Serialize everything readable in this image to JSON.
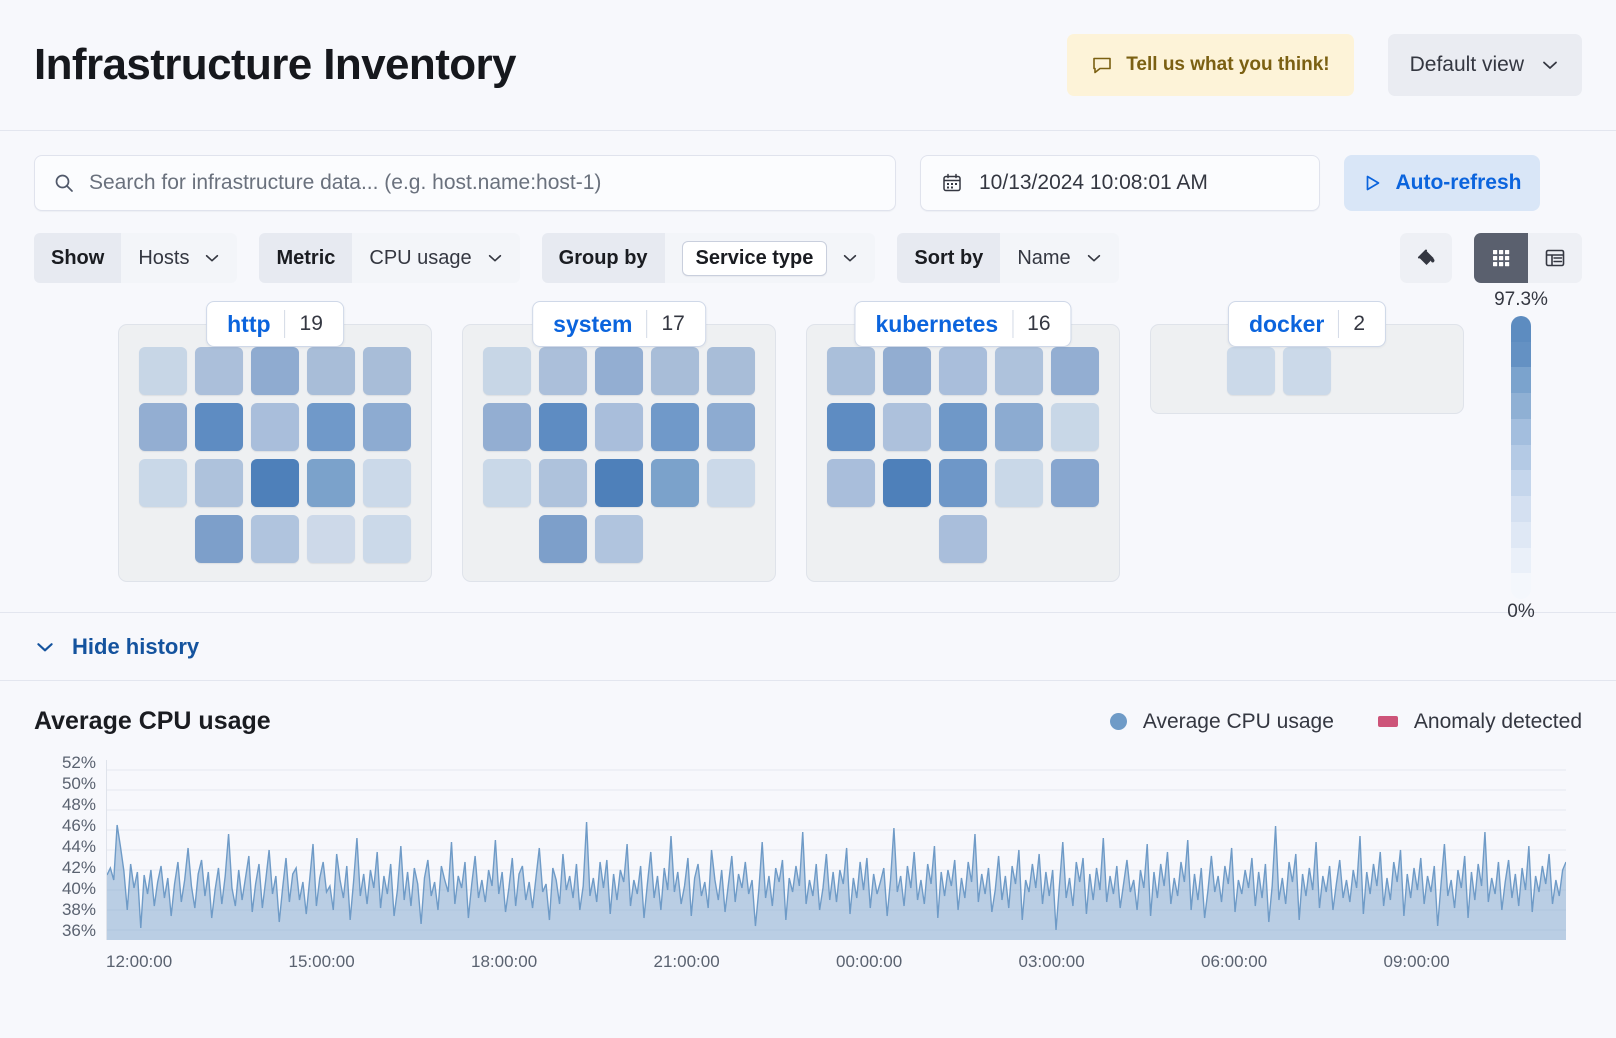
{
  "header": {
    "title": "Infrastructure Inventory",
    "feedback_label": "Tell us what you think!",
    "feedback_icon": "comment-icon",
    "view_label": "Default view",
    "view_icon": "chevron-down-icon"
  },
  "search": {
    "placeholder": "Search for infrastructure data... (e.g. host.name:host-1)",
    "value": "",
    "icon": "search-icon"
  },
  "datepicker": {
    "value": "10/13/2024 10:08:01 AM",
    "icon": "calendar-icon"
  },
  "refresh": {
    "label": "Auto-refresh",
    "icon": "play-icon"
  },
  "filters": [
    {
      "label": "Show",
      "value": "Hosts",
      "outlined": false
    },
    {
      "label": "Metric",
      "value": "CPU usage",
      "outlined": false
    },
    {
      "label": "Group by",
      "value": "Service type",
      "outlined": true
    },
    {
      "label": "Sort by",
      "value": "Name",
      "outlined": false
    }
  ],
  "view_controls": {
    "legend_button_icon": "color-fill-icon",
    "grid_view_icon": "grid-view-icon",
    "table_view_icon": "table-view-icon",
    "active_view": "grid"
  },
  "legend_scale": {
    "max_label": "97.3%",
    "min_label": "0%",
    "stops": [
      "#5d8cc0",
      "#6491c3",
      "#7ba3cd",
      "#8fb0d4",
      "#a3bede",
      "#b4cae5",
      "#c5d6ec",
      "#d4e0f1",
      "#dfe8f5",
      "#eaf0f9",
      "#f4f7fc"
    ]
  },
  "groups": [
    {
      "name": "http",
      "count": "19",
      "rows": [
        [
          "#c7d6e6",
          "#abbfda",
          "#8fabd0",
          "#a8bdd8",
          "#a8bdd8"
        ],
        [
          "#93aed2",
          "#5e8cc2",
          "#a9bedb",
          "#7099c9",
          "#8dabd1"
        ],
        [
          "#c9d8e8",
          "#aec2dc",
          "#4e80ba",
          "#7ba2cb",
          "#cbd9e9"
        ],
        [
          "spacer",
          "#7d9fca",
          "#b0c4de",
          "#cdd9e9",
          "#cbd9e9"
        ]
      ]
    },
    {
      "name": "system",
      "count": "17",
      "rows": [
        [
          "#c7d6e6",
          "#abbfda",
          "#93aed2",
          "#a8bdd8",
          "#a8bdd8"
        ],
        [
          "#93aed2",
          "#5e8cc2",
          "#a9bedb",
          "#7099c9",
          "#8dabd1"
        ],
        [
          "#c9d8e8",
          "#aec2dc",
          "#4e80ba",
          "#7ba2cb",
          "#cbd9e9"
        ],
        [
          "spacer",
          "#7d9fca",
          "#b0c4de",
          "spacer",
          "spacer"
        ]
      ]
    },
    {
      "name": "kubernetes",
      "count": "16",
      "rows": [
        [
          "#aabfda",
          "#92add1",
          "#a9bedb",
          "#aec2dc",
          "#93aed2"
        ],
        [
          "#5e8cc2",
          "#adc1dc",
          "#6f98c8",
          "#8cabd1",
          "#c8d7e7"
        ],
        [
          "#a9bedb",
          "#4e80ba",
          "#6e97c8",
          "#c9d8e8",
          "#87a6cf"
        ],
        [
          "spacer",
          "spacer",
          "#a9bedb",
          "spacer",
          "spacer"
        ]
      ]
    },
    {
      "name": "docker",
      "count": "2",
      "rows": [
        [
          "spacer",
          "#cbd9e9",
          "#cbd9e9",
          "spacer",
          "spacer"
        ]
      ]
    }
  ],
  "history": {
    "toggle_label": "Hide history",
    "toggle_icon": "chevron-down-icon"
  },
  "chart_data": {
    "type": "area",
    "title": "Average CPU usage",
    "xlabel": "",
    "ylabel": "",
    "ylim": [
      35,
      53
    ],
    "grid": true,
    "legend_position": "top-right",
    "legend": [
      {
        "name": "Average CPU usage",
        "color": "#6f9bc7",
        "marker": "circle"
      },
      {
        "name": "Anomaly detected",
        "color": "#cd5479",
        "marker": "square"
      }
    ],
    "ytick_labels": [
      "52%",
      "50%",
      "48%",
      "46%",
      "44%",
      "42%",
      "40%",
      "38%",
      "36%"
    ],
    "ytick_values": [
      52,
      50,
      48,
      46,
      44,
      42,
      40,
      38,
      36
    ],
    "xtick_labels": [
      "12:00:00",
      "15:00:00",
      "18:00:00",
      "21:00:00",
      "00:00:00",
      "03:00:00",
      "06:00:00",
      "09:00:00"
    ],
    "series": [
      {
        "name": "Average CPU usage",
        "color": "#6f9bc7",
        "values": [
          41.5,
          42.2,
          41.0,
          46.5,
          44.3,
          41.9,
          38.0,
          42.6,
          40.2,
          41.8,
          36.2,
          41.5,
          39.6,
          42.0,
          38.4,
          40.8,
          42.4,
          39.2,
          41.2,
          37.4,
          40.6,
          42.8,
          38.8,
          41.0,
          44.2,
          40.4,
          38.2,
          41.6,
          43.0,
          39.4,
          41.8,
          37.2,
          40.0,
          42.2,
          38.6,
          41.4,
          45.6,
          40.2,
          38.4,
          42.0,
          39.0,
          41.2,
          43.4,
          37.8,
          40.6,
          42.6,
          38.2,
          41.0,
          44.0,
          39.6,
          41.4,
          36.8,
          40.2,
          43.2,
          38.8,
          41.6,
          42.2,
          39.0,
          40.8,
          37.6,
          41.0,
          44.6,
          38.4,
          41.2,
          42.8,
          39.8,
          40.4,
          38.0,
          43.6,
          41.0,
          39.2,
          42.4,
          37.0,
          40.8,
          45.2,
          39.4,
          41.6,
          38.6,
          42.0,
          40.2,
          43.8,
          38.2,
          41.4,
          39.6,
          42.6,
          37.4,
          40.0,
          44.4,
          39.0,
          41.8,
          38.4,
          42.2,
          40.6,
          36.6,
          41.2,
          43.0,
          39.4,
          40.8,
          38.0,
          42.4,
          41.0,
          39.8,
          44.8,
          38.6,
          41.4,
          40.2,
          42.8,
          37.2,
          40.6,
          43.4,
          39.2,
          41.0,
          38.8,
          42.0,
          40.4,
          45.0,
          39.6,
          41.8,
          37.8,
          40.2,
          43.2,
          38.4,
          41.6,
          42.4,
          39.0,
          40.8,
          38.2,
          41.2,
          44.2,
          39.8,
          40.6,
          37.0,
          42.2,
          41.0,
          38.6,
          43.6,
          40.0,
          41.4,
          39.2,
          42.6,
          38.0,
          40.4,
          46.8,
          39.4,
          41.2,
          38.8,
          42.8,
          40.2,
          43.0,
          37.6,
          41.6,
          39.0,
          42.0,
          40.8,
          44.6,
          38.4,
          41.0,
          39.6,
          42.4,
          37.2,
          40.6,
          43.8,
          39.2,
          41.4,
          38.0,
          42.2,
          40.0,
          45.4,
          39.8,
          41.8,
          38.6,
          40.4,
          43.2,
          37.4,
          41.2,
          42.6,
          39.4,
          40.8,
          38.2,
          44.0,
          41.0,
          39.0,
          42.0,
          37.8,
          40.6,
          43.4,
          38.8,
          41.6,
          40.2,
          42.8,
          39.6,
          41.0,
          36.4,
          40.0,
          44.8,
          39.2,
          41.4,
          38.4,
          42.2,
          40.8,
          43.0,
          37.0,
          41.2,
          39.8,
          42.4,
          40.4,
          45.8,
          38.6,
          41.0,
          39.4,
          42.6,
          38.0,
          40.2,
          43.6,
          39.0,
          41.8,
          38.8,
          42.0,
          40.6,
          44.2,
          37.6,
          41.2,
          39.2,
          42.8,
          40.0,
          43.2,
          38.2,
          41.6,
          39.6,
          40.8,
          42.2,
          37.4,
          41.0,
          46.2,
          39.8,
          41.4,
          38.4,
          42.4,
          40.2,
          43.8,
          39.0,
          41.0,
          38.6,
          42.6,
          40.6,
          44.4,
          37.2,
          41.8,
          39.4,
          42.0,
          40.4,
          43.0,
          38.0,
          41.2,
          39.2,
          42.8,
          40.8,
          45.6,
          38.8,
          41.6,
          39.6,
          42.2,
          37.8,
          40.0,
          43.4,
          39.0,
          41.4,
          38.2,
          42.4,
          40.6,
          44.0,
          37.0,
          41.0,
          39.8,
          42.6,
          40.2,
          43.6,
          38.6,
          41.8,
          39.4,
          42.0,
          36.0,
          40.4,
          44.8,
          39.2,
          41.2,
          38.4,
          42.8,
          40.8,
          43.2,
          37.6,
          41.6,
          39.0,
          42.2,
          40.0,
          45.2,
          38.8,
          41.4,
          39.6,
          42.4,
          38.2,
          40.6,
          43.0,
          39.8,
          41.0,
          38.0,
          42.0,
          40.2,
          44.6,
          37.4,
          41.8,
          39.2,
          42.6,
          40.4,
          43.8,
          38.6,
          41.2,
          39.4,
          42.8,
          40.8,
          45.0,
          38.0,
          41.6,
          39.0,
          42.2,
          37.2,
          40.0,
          43.4,
          39.8,
          41.4,
          38.8,
          42.4,
          40.6,
          44.2,
          37.8,
          41.0,
          39.6,
          42.0,
          40.2,
          43.2,
          38.4,
          41.8,
          39.2,
          42.6,
          36.8,
          40.4,
          46.4,
          39.0,
          41.2,
          38.6,
          42.8,
          40.8,
          43.6,
          37.0,
          41.6,
          39.4,
          42.2,
          40.0,
          44.8,
          38.2,
          41.4,
          39.8,
          42.4,
          38.0,
          40.6,
          43.0,
          39.2,
          41.0,
          38.8,
          42.0,
          40.2,
          45.4,
          37.6,
          41.8,
          39.6,
          42.6,
          40.4,
          43.8,
          38.4,
          41.2,
          39.0,
          42.8,
          40.8,
          44.0,
          37.4,
          41.6,
          39.2,
          42.2,
          40.0,
          43.2,
          38.6,
          41.4,
          39.8,
          42.4,
          36.4,
          40.6,
          44.6,
          39.4,
          41.0,
          38.2,
          42.0,
          40.2,
          43.4,
          37.2,
          41.8,
          39.0,
          42.6,
          40.4,
          45.8,
          38.8,
          41.2,
          39.6,
          42.8,
          38.0,
          40.8,
          43.0,
          39.2,
          41.6,
          38.4,
          42.2,
          40.0,
          44.4,
          37.8,
          41.4,
          39.8,
          42.4,
          40.6,
          43.6,
          38.6,
          41.0,
          39.4,
          42.0,
          42.8
        ]
      }
    ]
  }
}
